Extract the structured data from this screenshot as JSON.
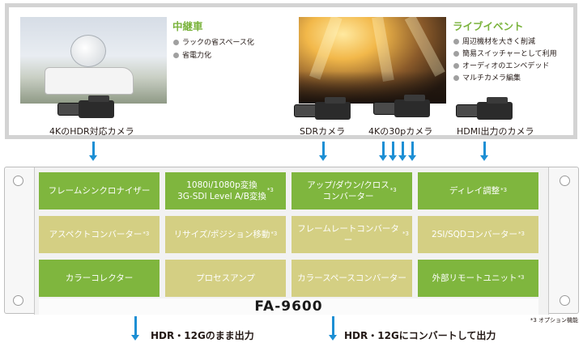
{
  "scenes": {
    "left": {
      "title": "中継車",
      "features": [
        "ラックの省スペース化",
        "省電力化"
      ]
    },
    "right": {
      "title": "ライブイベント",
      "features": [
        "周辺機材を大きく削減",
        "簡易スイッチャーとして利用",
        "オーディオのエンベデッド",
        "マルチカメラ編集"
      ]
    }
  },
  "cameras": {
    "hdr4k": "4KのHDR対応カメラ",
    "sdr": "SDRカメラ",
    "k4_30p": "4Kの30pカメラ",
    "hdmi": "HDMI出力のカメラ"
  },
  "device": {
    "model": "FA-9600",
    "functions": [
      {
        "label": "フレームシンクロナイザー",
        "note": "",
        "kind": "standard"
      },
      {
        "label": "1080i/1080p変換\n3G-SDI Level A/B変換",
        "note": "*3",
        "kind": "standard"
      },
      {
        "label": "アップ/ダウン/クロス\nコンバーター",
        "note": "*3",
        "kind": "standard"
      },
      {
        "label": "ディレイ調整",
        "note": "*3",
        "kind": "standard"
      },
      {
        "label": "アスペクトコンバーター",
        "note": "*3",
        "kind": "option"
      },
      {
        "label": "リサイズ/ポジション移動",
        "note": "*3",
        "kind": "option"
      },
      {
        "label": "フレームレートコンバーター",
        "note": "*3",
        "kind": "option"
      },
      {
        "label": "2SI/SQDコンバーター",
        "note": "*3",
        "kind": "option"
      },
      {
        "label": "カラーコレクター",
        "note": "",
        "kind": "standard"
      },
      {
        "label": "プロセスアンプ",
        "note": "",
        "kind": "option"
      },
      {
        "label": "カラースペースコンバーター",
        "note": "",
        "kind": "option"
      },
      {
        "label": "外部リモートユニット",
        "note": "*3",
        "kind": "standard"
      }
    ]
  },
  "footnote": "*3  オプション機能",
  "outputs": {
    "hdr_passthrough": "HDR・12Gのまま出力",
    "hdr_convert": "HDR・12Gにコンバートして出力"
  },
  "colors": {
    "standard": "#7fb63e",
    "option": "#d4cf83",
    "arrow": "#1d8fd4",
    "scene_title": "#7ab33c"
  }
}
